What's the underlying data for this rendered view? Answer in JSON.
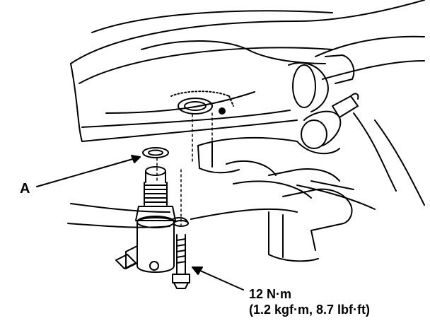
{
  "diagram": {
    "callout_a": "A",
    "torque_value": "12 N·m",
    "torque_conversion": "(1.2 kgf·m, 8.7 lbf·ft)"
  },
  "colors": {
    "line": "#000000",
    "background": "#ffffff"
  }
}
